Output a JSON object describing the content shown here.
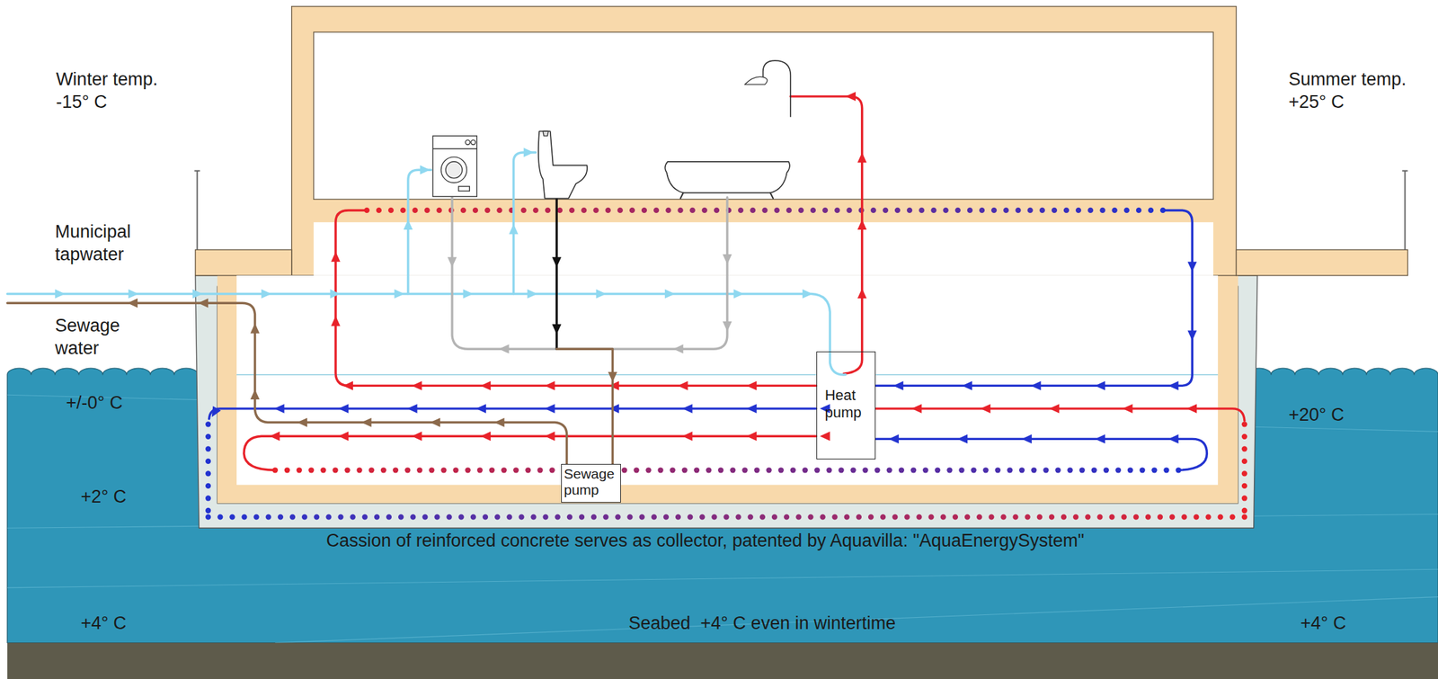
{
  "diagram": {
    "nodes": [
      {
        "text": [
          "Heat pump"
        ]
      },
      {
        "text": [
          "Sewage pump"
        ]
      }
    ],
    "labels": [
      "Winter temp. -15° C",
      "Summer temp. +25° C",
      "Municipal tapwater",
      "Sewage water",
      "+/-0° C",
      "+2° C",
      "+4° C",
      "Cassion of reinforced concrete serves as collector, patented by Aquavilla: \"AquaEnergySystem\"",
      "Seabed  +4° C even in wintertime",
      "+20° C",
      "+4° C"
    ]
  }
}
